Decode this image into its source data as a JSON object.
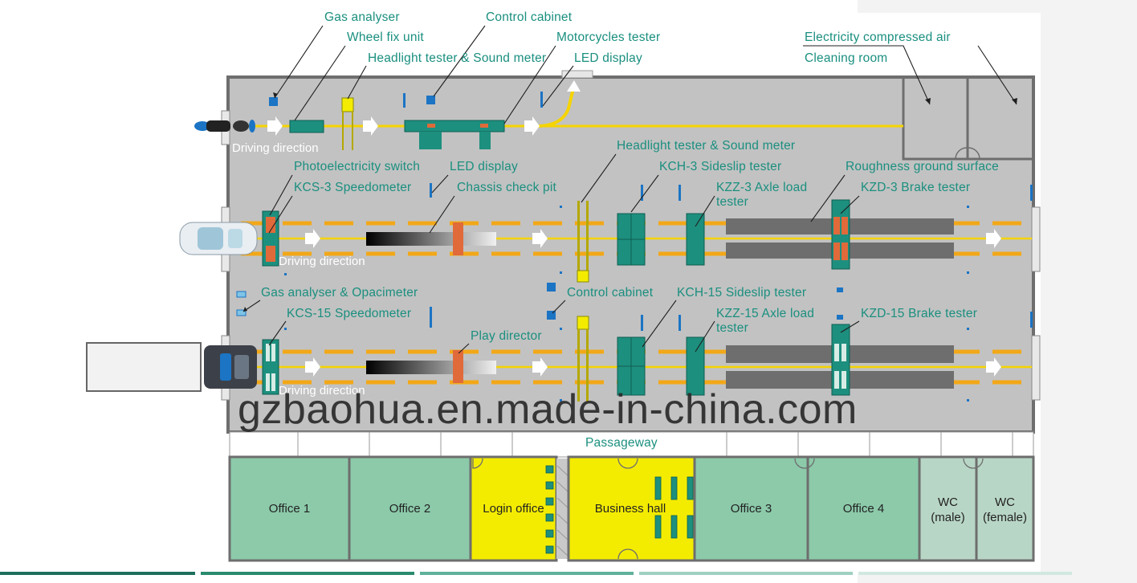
{
  "labels": {
    "gas_analyser": "Gas analyser",
    "wheel_fix_unit": "Wheel fix unit",
    "headlight_sound_top": "Headlight tester & Sound meter",
    "control_cabinet_top": "Control cabinet",
    "motorcycles_tester": "Motorcycles tester",
    "led_display_top": "LED display",
    "electricity_air": "Electricity  compressed  air",
    "cleaning_room": "Cleaning  room",
    "headlight_sound_mid": "Headlight tester & Sound meter",
    "photoelectricity_switch": "Photoelectricity switch",
    "led_display_mid": "LED display",
    "kch3": "KCH-3 Sideslip tester",
    "roughness": "Roughness ground surface",
    "kcs3": "KCS-3 Speedometer",
    "chassis_pit": "Chassis check pit",
    "kzz3_line1": "KZZ-3 Axle load",
    "kzz3_line2": "tester",
    "kzd3": "KZD-3 Brake tester",
    "gas_opacimeter": "Gas analyser & Opacimeter",
    "control_cabinet_mid": "Control cabinet",
    "kch15": "KCH-15 Sideslip tester",
    "kcs15": "KCS-15 Speedometer",
    "kzz15_line1": "KZZ-15 Axle load",
    "kzz15_line2": "tester",
    "kzd15": "KZD-15 Brake tester",
    "play_director": "Play director",
    "passageway": "Passageway",
    "driving_direction_1": "Driving direction",
    "driving_direction_2": "Driving direction",
    "driving_direction_3": "Driving direction"
  },
  "rooms": {
    "office1": "Office  1",
    "office2": "Office  2",
    "login_office": "Login  office",
    "business_hall": "Business  hall",
    "office3": "Office  3",
    "office4": "Office  4",
    "wc_male_1": "WC",
    "wc_male_2": "(male)",
    "wc_female_1": "WC",
    "wc_female_2": "(female)"
  },
  "watermark": "gzbaohua.en.made-in-china.com",
  "colors": {
    "floor": "#c2c2c2",
    "wall": "#6e6e6e",
    "teal_label": "#1a8f7f",
    "equipment_teal": "#1d8f7e",
    "yellow_line": "#f5d400",
    "lane_orange": "#f2a818",
    "office_green": "#8ccaaa",
    "yellow_room": "#f4ec00",
    "wc_green": "#b8d6c6",
    "brake_red": "#e06a3a",
    "blue_marker": "#1b74c4"
  }
}
